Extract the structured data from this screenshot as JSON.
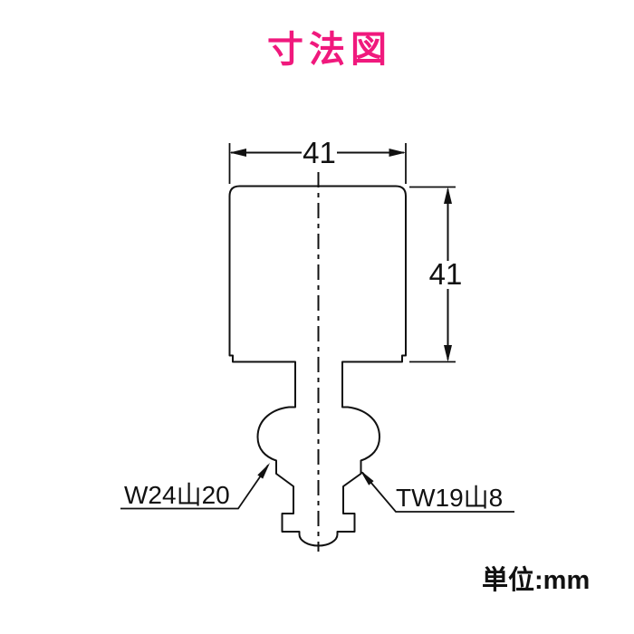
{
  "title": {
    "text": "寸法図",
    "color": "#F0197D"
  },
  "colors": {
    "line": "#111111",
    "background": "#FFFFFF"
  },
  "drawing": {
    "type": "technical-dimension-diagram",
    "width_dim": "41",
    "height_dim": "41",
    "thread_label_left": "W24山20",
    "thread_label_right": "TW19山8",
    "unit_label": "単位:mm"
  }
}
